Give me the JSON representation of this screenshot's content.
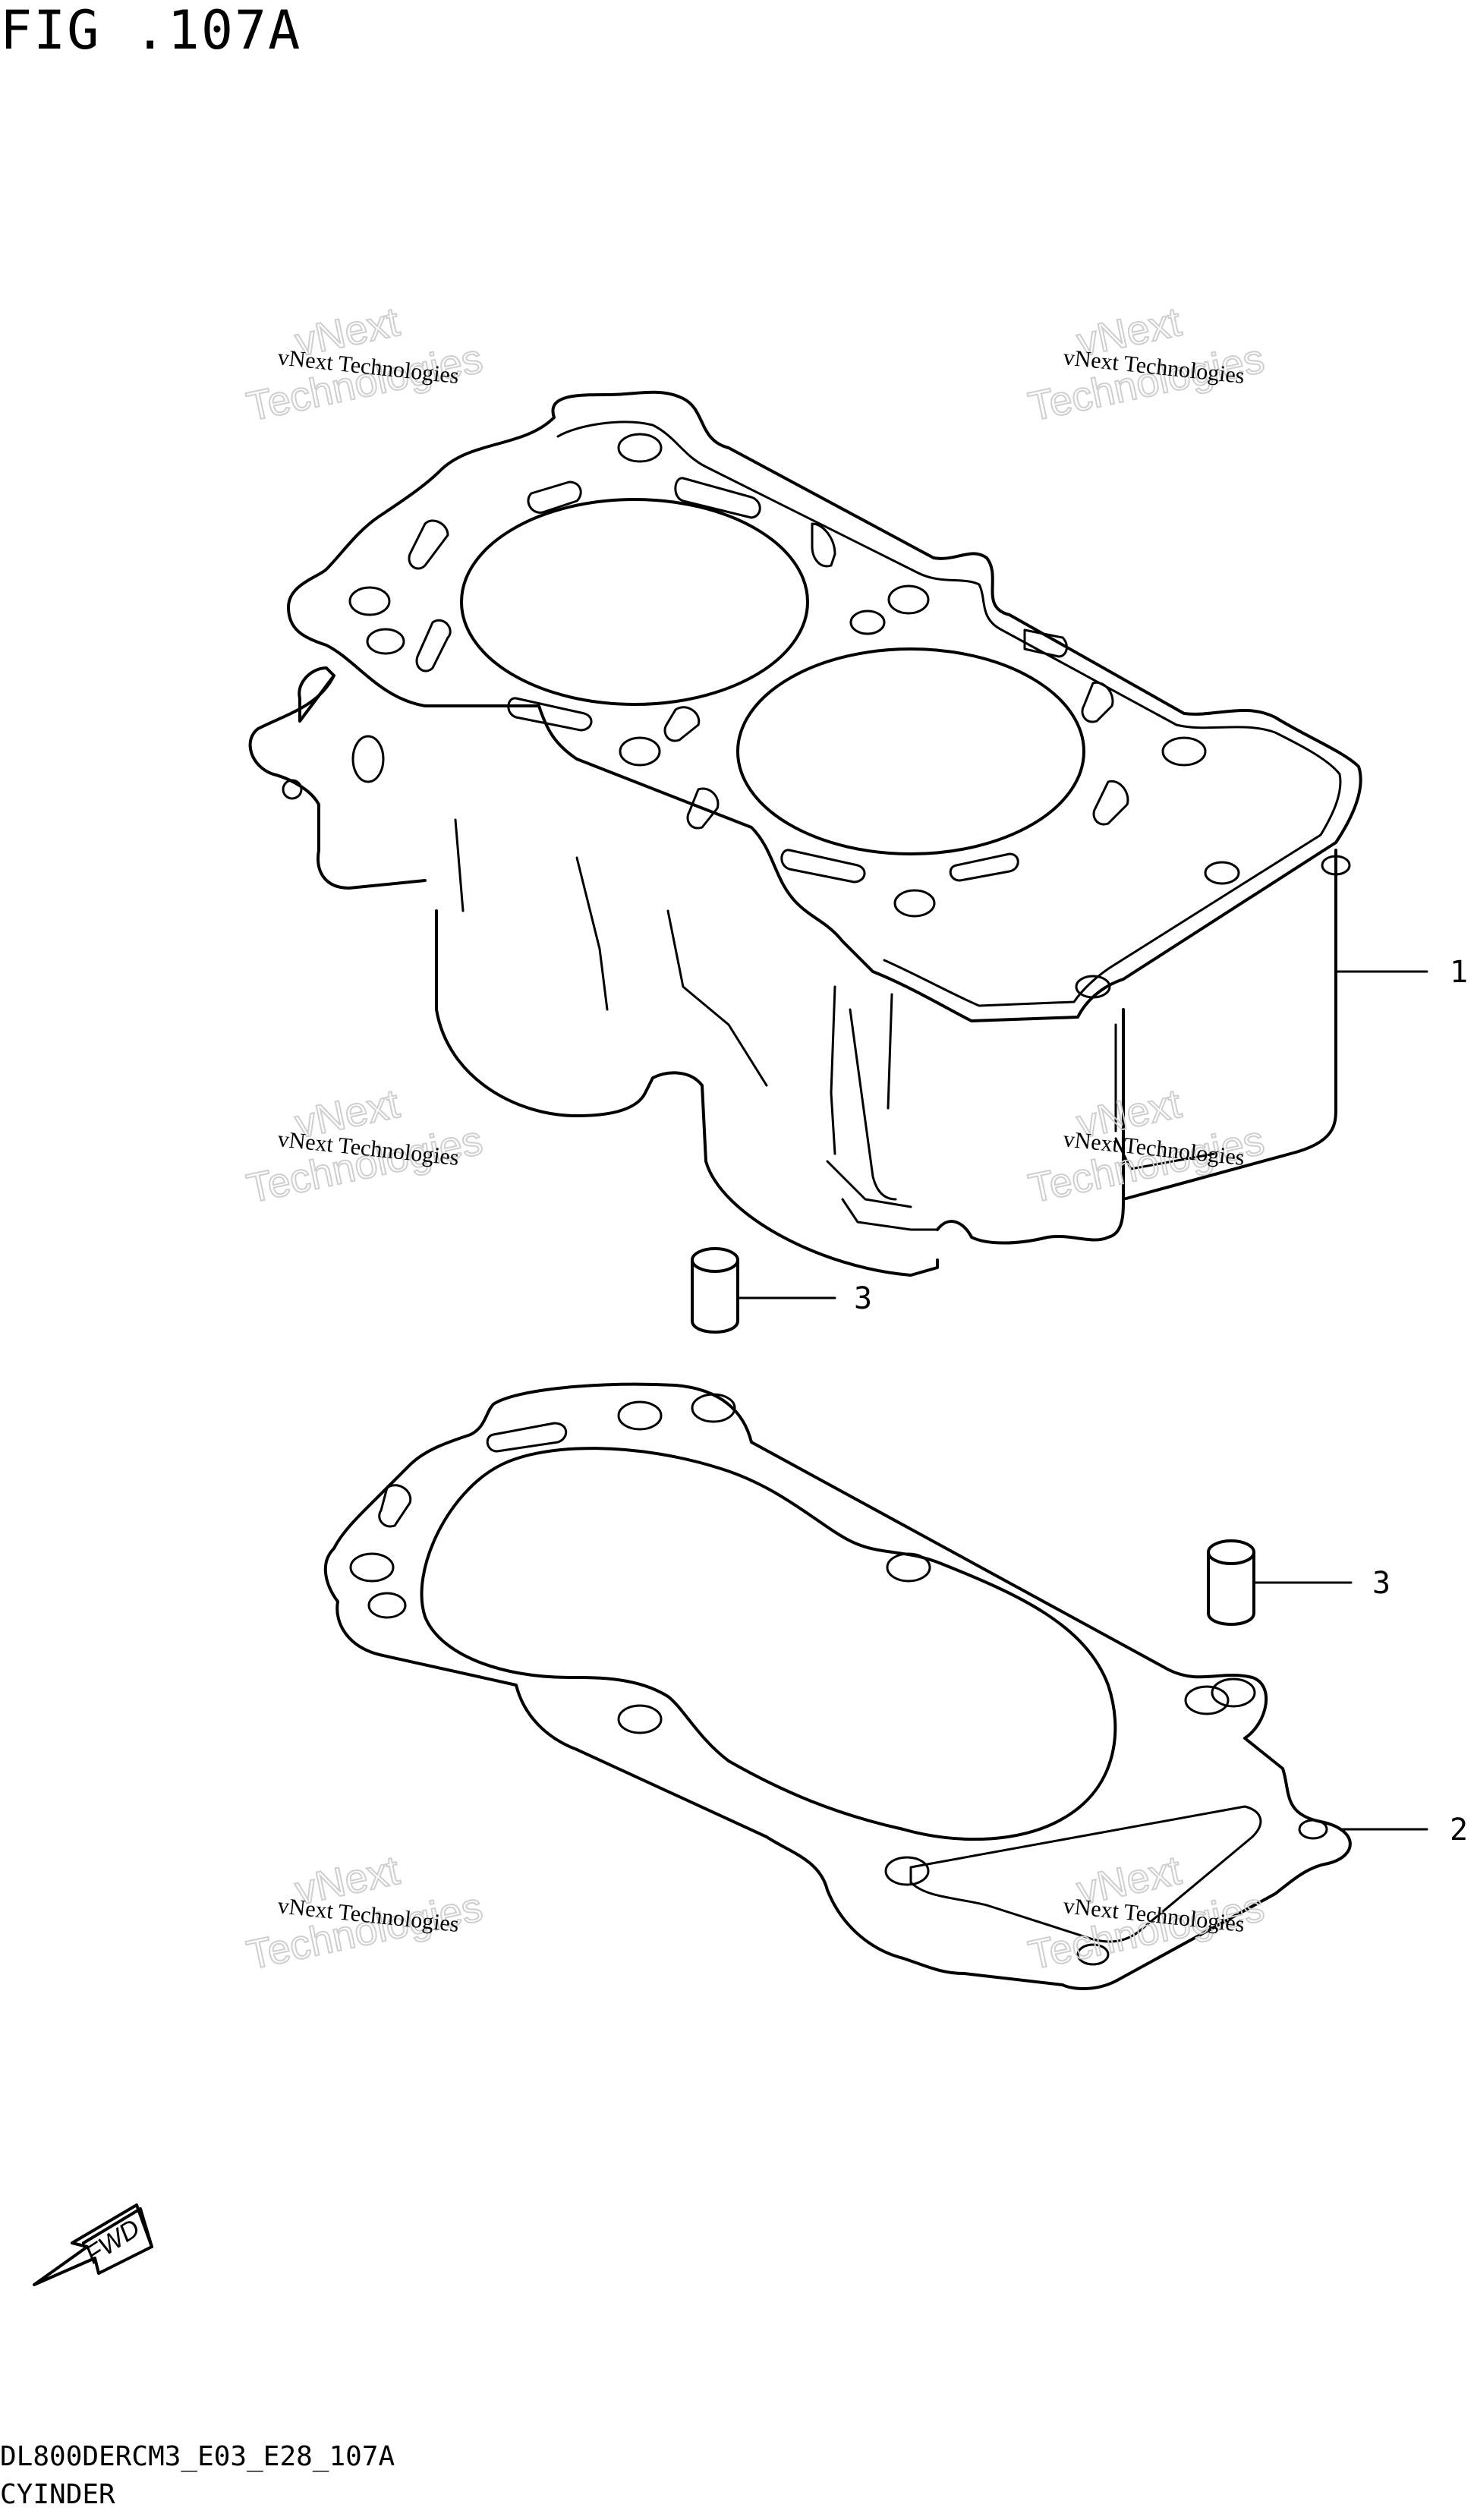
{
  "figure": {
    "title": "FIG .107A",
    "model_code": "DL800DERCM3_E03_E28_107A",
    "section_name": "CYINDER"
  },
  "watermark": {
    "line_top": "vNext Technologies",
    "back_word_1": "vNext",
    "back_word_2": "Technologies"
  },
  "callouts": [
    {
      "number": "1",
      "part": "cylinder"
    },
    {
      "number": "2",
      "part": "cylinder-gasket"
    },
    {
      "number": "3",
      "part": "dowel-pin-upper"
    },
    {
      "number": "3",
      "part": "dowel-pin-lower"
    }
  ],
  "fwd_arrow": {
    "label": "FWD"
  }
}
